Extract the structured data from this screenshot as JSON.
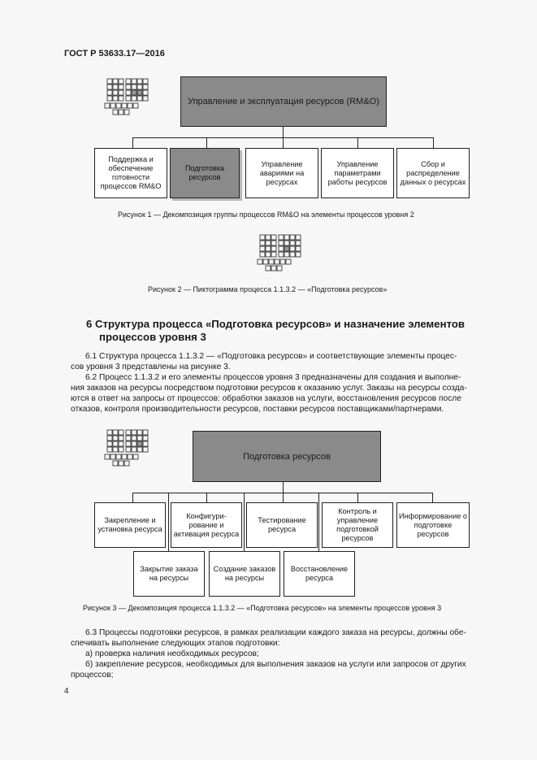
{
  "header": {
    "standard": "ГОСТ Р 53633.17—2016"
  },
  "figure1": {
    "top": "Управление и эксплуатация ресурсов (RM&O)",
    "boxes": [
      "Поддержка и обеспечение готовности процессов RM&O",
      "Подготовка ресурсов",
      "Управление авариями на ресурсах",
      "Управление параметрами работы ресурсов",
      "Сбор и распределение данных о ресурсах"
    ],
    "caption": "Рисунок 1 — Декомпозиция группы процессов RM&O на элементы процессов уровня 2"
  },
  "figure2": {
    "caption": "Рисунок 2 — Пиктограмма процесса 1.1.3.2 — «Подготовка ресурсов»"
  },
  "section": {
    "heading_line1": "6  Структура процесса «Подготовка ресурсов» и назначение элементов",
    "heading_line2": "процессов уровня 3",
    "p1_line1": "6.1  Структура процесса 1.1.3.2 — «Подготовка ресурсов» и соответствующие элементы процес-",
    "p1_line2": "сов уровня 3 представлены на рисунке 3.",
    "p2_line1": "6.2  Процесс 1.1.3.2 и его элементы процессов уровня 3 предназначены для создания и выполне-",
    "p2_line2": "ния заказов на ресурсы посредством подготовки ресурсов к оказанию услуг. Заказы на ресурсы созда-",
    "p2_line3": "ются в ответ на запросы от процессов: обработки заказов на услуги, восстановления ресурсов после",
    "p2_line4": "отказов, контроля производительности ресурсов, поставки ресурсов поставщиками/партнерами."
  },
  "figure3": {
    "top": "Подготовка ресурсов",
    "row1": [
      "Закрепление и установка ресурса",
      "Конфигури- рование и активация ресурса",
      "Тестирование ресурса",
      "Контроль и управление подготовкой ресурсов",
      "Информирование о подготовке ресурсов"
    ],
    "row2": [
      "Закрытие заказа на ресурсы",
      "Создание заказов на ресурсы",
      "Восстановление ресурса"
    ],
    "caption": "Рисунок 3 — Декомпозиция процесса 1.1.3.2 — «Подготовка ресурсов» на элементы процессов уровня 3"
  },
  "section2": {
    "p3_line1": "6.3  Процессы подготовки ресурсов, в рамках реализации каждого заказа на ресурсы, должны обе-",
    "p3_line2": "спечивать выполнение следующих этапов подготовки:",
    "item_a": "а)  проверка наличия необходимых ресурсов;",
    "item_b_line1": "б)  закрепление ресурсов, необходимых для выполнения заказов на услуги или запросов от других",
    "item_b_line2": "процессов;"
  },
  "page_number": "4"
}
